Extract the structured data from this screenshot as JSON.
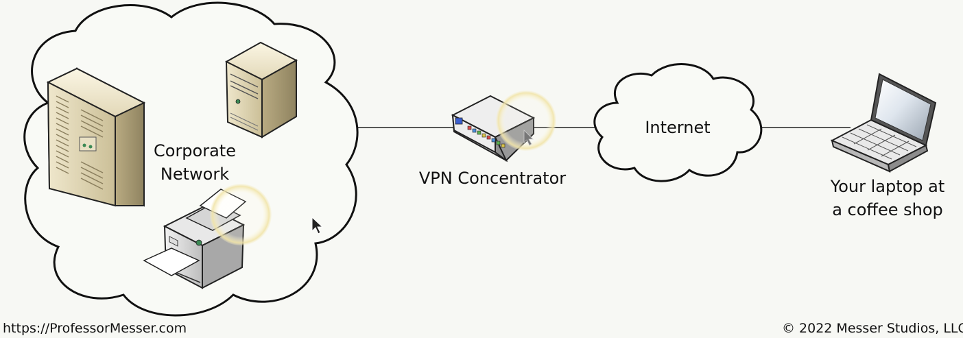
{
  "labels": {
    "corporate_network": "Corporate\nNetwork",
    "vpn_concentrator": "VPN Concentrator",
    "internet": "Internet",
    "laptop": "Your laptop at\na coffee shop"
  },
  "footer": {
    "url": "https://ProfessorMesser.com",
    "copyright": "© 2022 Messer Studios, LLC"
  },
  "colors": {
    "background": "#f7f8f4",
    "outline": "#111111",
    "server_beige": "#d9cfb0",
    "highlight_ring": "#f2e9b6"
  }
}
